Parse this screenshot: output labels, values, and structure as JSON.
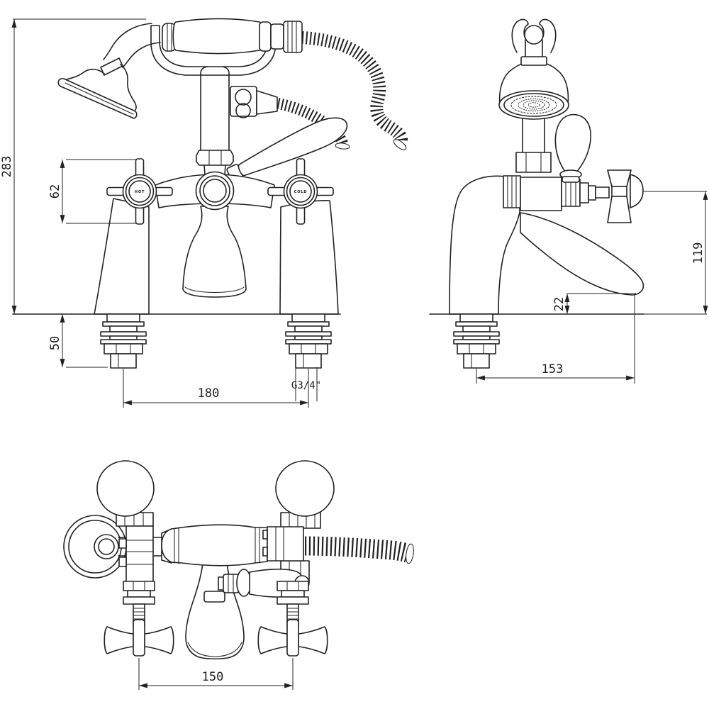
{
  "page": {
    "background": "#ffffff",
    "line_color": "#222222"
  },
  "labels": {
    "hot": "HOT",
    "cold": "COLD"
  },
  "dims": {
    "overall_height": "283",
    "handle_height": "62",
    "below_deck": "50",
    "hole_centres_front": "180",
    "thread": "G3/4\"",
    "spout_height": "119",
    "tip_clearance": "22",
    "spout_reach": "153",
    "hole_centres_plan": "150"
  }
}
